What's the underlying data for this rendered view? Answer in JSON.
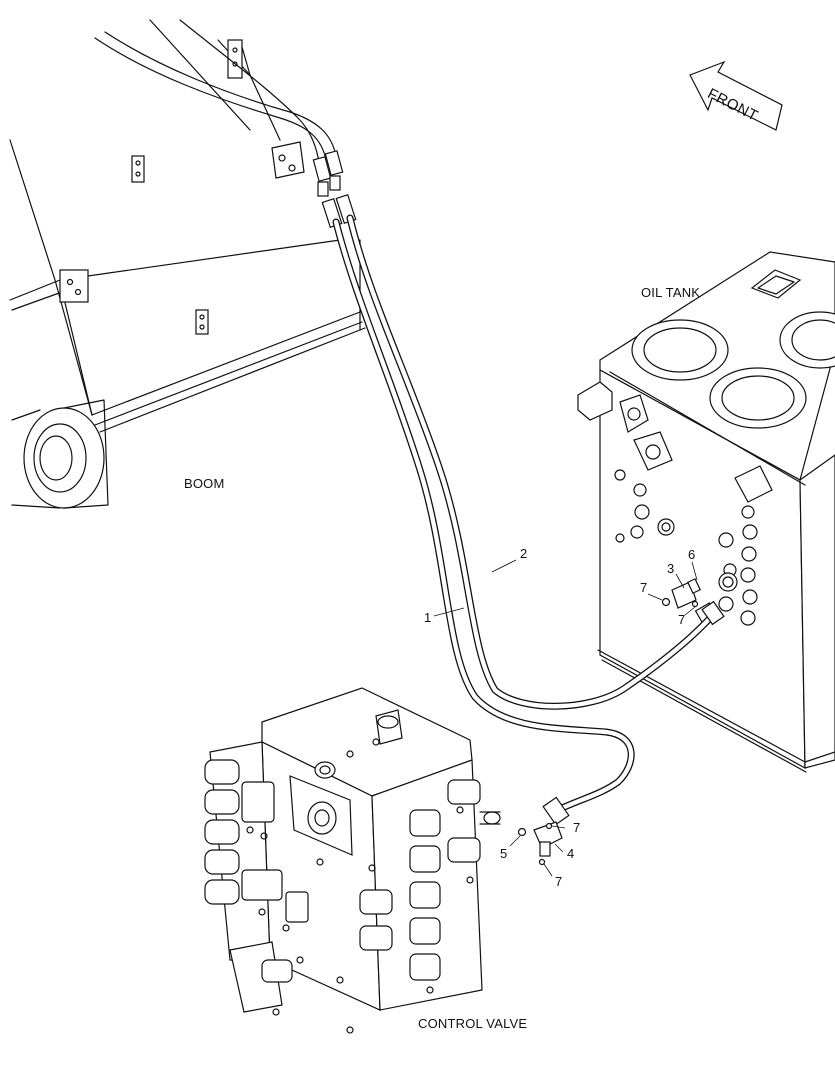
{
  "labels": {
    "front": "FRONT",
    "oil_tank": "OIL TANK",
    "boom": "BOOM",
    "control_valve": "CONTROL VALVE"
  },
  "callouts": {
    "c1": "1",
    "c2": "2",
    "c3": "3",
    "c4": "4",
    "c5": "5",
    "c6": "6",
    "c7a": "7",
    "c7b": "7",
    "c7c": "7",
    "c7d": "7"
  }
}
